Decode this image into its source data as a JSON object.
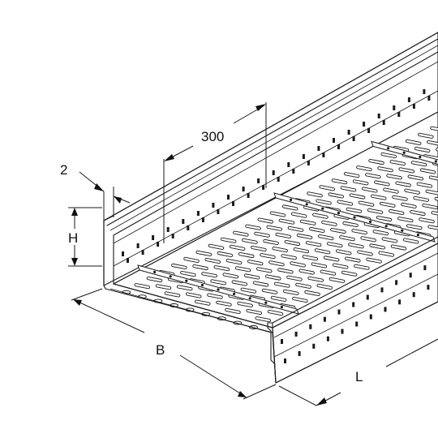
{
  "dimensions": {
    "spacing": "300",
    "thickness": "2",
    "height": "H",
    "width": "B",
    "length": "L"
  }
}
